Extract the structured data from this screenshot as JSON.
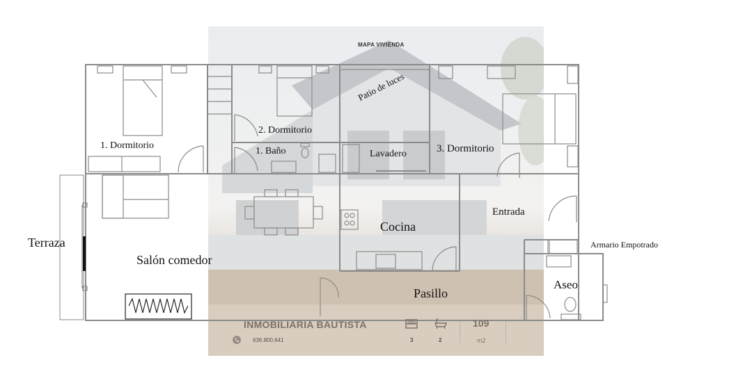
{
  "header": {
    "title": "MAPA VIVIENDA"
  },
  "rooms": {
    "dormitorio1": "1. Dormitorio",
    "dormitorio2": "2. Dormitorio",
    "dormitorio3": "3. Dormitorio",
    "bano1": "1. Baño",
    "patio": "Patio de luces",
    "lavadero": "Lavadero",
    "entrada": "Entrada",
    "armario": "Armario Empotrado",
    "cocina": "Cocina",
    "salon": "Salón comedor",
    "terraza": "Terraza",
    "aseo": "Aseo",
    "pasillo": "Pasillo"
  },
  "footer": {
    "agency": "INMOBILIARIA BAUTISTA",
    "phone": "636.800.641",
    "bedrooms": "3",
    "bathrooms": "2",
    "area_value": "109",
    "area_unit": "m2",
    "icons": {
      "phone": "phone-icon",
      "bed": "bed-icon",
      "bath": "bath-icon"
    }
  },
  "colors": {
    "wall": "#8a8a8a",
    "text": "#111111",
    "sky": "#eef1f3",
    "lawn": "#b8a48e",
    "footer_text": "#7d7168"
  }
}
